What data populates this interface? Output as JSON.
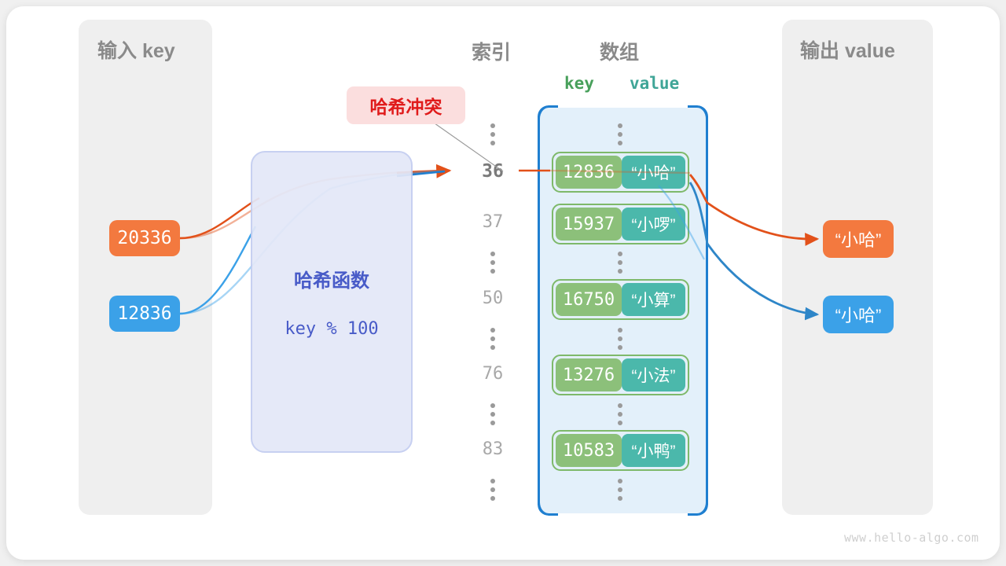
{
  "panels": {
    "input": {
      "title": "输入 key"
    },
    "output": {
      "title": "输出 value"
    }
  },
  "headers": {
    "index": "索引",
    "array": "数组",
    "key": "key",
    "value": "value"
  },
  "hash_function": {
    "title": "哈希函数",
    "formula": "key % 100"
  },
  "collision": {
    "label": "哈希冲突"
  },
  "input_keys": [
    {
      "text": "20336",
      "color": "#f3793f"
    },
    {
      "text": "12836",
      "color": "#3ba1e8"
    }
  ],
  "output_values": [
    {
      "text": "“小哈”",
      "color": "#f3793f"
    },
    {
      "text": "“小哈”",
      "color": "#3ba1e8"
    }
  ],
  "buckets": [
    {
      "kind": "dots"
    },
    {
      "kind": "entry",
      "index": "36",
      "key": "12836",
      "value": "“小哈”",
      "highlight": true
    },
    {
      "kind": "entry",
      "index": "37",
      "key": "15937",
      "value": "“小啰”",
      "highlight": false
    },
    {
      "kind": "dots"
    },
    {
      "kind": "entry",
      "index": "50",
      "key": "16750",
      "value": "“小算”",
      "highlight": false
    },
    {
      "kind": "dots"
    },
    {
      "kind": "entry",
      "index": "76",
      "key": "13276",
      "value": "“小法”",
      "highlight": false
    },
    {
      "kind": "dots"
    },
    {
      "kind": "entry",
      "index": "83",
      "key": "10583",
      "value": "“小鸭”",
      "highlight": false
    },
    {
      "kind": "dots"
    }
  ],
  "colors": {
    "orange": "#e2511a",
    "blue": "#1f7fd0",
    "key_green": "#8cc07a",
    "value_teal": "#4bb8ab",
    "array_border": "#1f7fd0",
    "array_fill": "#e3f0fa",
    "panel_gray": "#efefef",
    "collision_red": "#e01b1b"
  },
  "watermark": "www.hello-algo.com"
}
